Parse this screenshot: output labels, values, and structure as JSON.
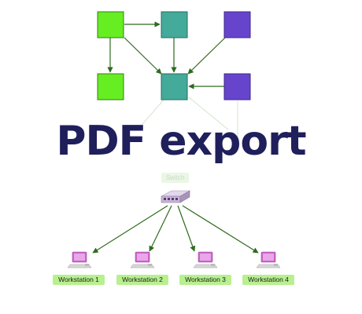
{
  "headline": "PDF export",
  "colors": {
    "green": "#66ee22",
    "teal": "#44aa99",
    "purple": "#6644cc",
    "edge": "#2f6b1e",
    "headline": "#1f1f5c",
    "label_bg": "#b8f08f",
    "workstation_icon": "#cc66cc"
  },
  "graph": {
    "nodes": [
      {
        "id": "green-top",
        "color": "green"
      },
      {
        "id": "teal-top",
        "color": "teal"
      },
      {
        "id": "purple-top",
        "color": "purple"
      },
      {
        "id": "green-bottom",
        "color": "green"
      },
      {
        "id": "teal-center",
        "color": "teal"
      },
      {
        "id": "purple-bottom",
        "color": "purple"
      }
    ],
    "edges": [
      [
        "green-top",
        "teal-top"
      ],
      [
        "green-top",
        "green-bottom"
      ],
      [
        "green-top",
        "teal-center"
      ],
      [
        "teal-top",
        "teal-center"
      ],
      [
        "purple-top",
        "teal-center"
      ],
      [
        "purple-bottom",
        "teal-center"
      ]
    ]
  },
  "network": {
    "switch_label": "Switch",
    "workstations": [
      {
        "label": "Workstation 1"
      },
      {
        "label": "Workstation 2"
      },
      {
        "label": "Workstation 3"
      },
      {
        "label": "Workstation 4"
      }
    ]
  }
}
